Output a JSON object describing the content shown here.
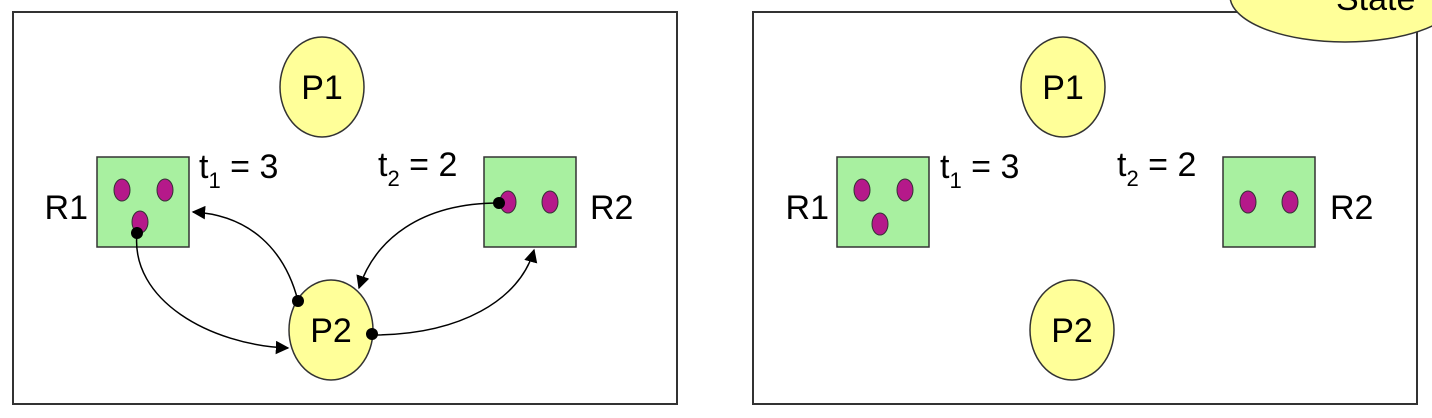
{
  "badge": {
    "label": "State"
  },
  "panels": [
    {
      "p1": "P1",
      "p2": "P2",
      "r1": "R1",
      "r2": "R2",
      "t1": {
        "base": "t",
        "sub": "1",
        "rest": " = 3"
      },
      "t2": {
        "base": "t",
        "sub": "2",
        "rest": " = 2"
      },
      "r1_instances": 3,
      "r2_instances": 2,
      "edges": [
        {
          "from": "R1",
          "to": "P2",
          "type": "assignment"
        },
        {
          "from": "P2",
          "to": "R1",
          "type": "request"
        },
        {
          "from": "R2",
          "to": "P2",
          "type": "assignment"
        },
        {
          "from": "P2",
          "to": "R2",
          "type": "request"
        }
      ]
    },
    {
      "p1": "P1",
      "p2": "P2",
      "r1": "R1",
      "r2": "R2",
      "t1": {
        "base": "t",
        "sub": "1",
        "rest": " = 3"
      },
      "t2": {
        "base": "t",
        "sub": "2",
        "rest": " = 2"
      },
      "r1_instances": 3,
      "r2_instances": 2,
      "edges": []
    }
  ]
}
